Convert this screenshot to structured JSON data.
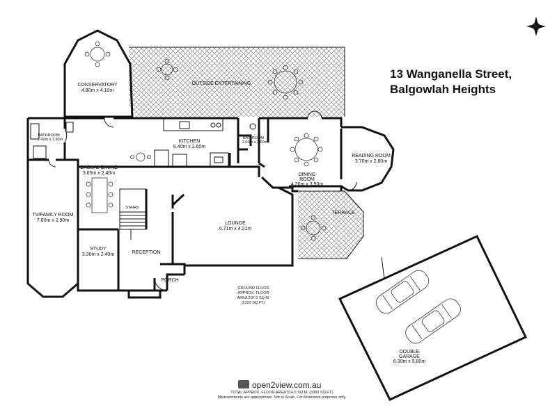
{
  "title": {
    "line1": "13 Wanganella Street,",
    "line2": "Balgowlah Heights"
  },
  "rooms": {
    "conservatory": {
      "name": "CONSERVATORY",
      "dims": "4.80m x 4.10m"
    },
    "outside_entertaining": {
      "name": "OUTSIDE ENTERTAINING"
    },
    "bathroom": {
      "name": "BATHROOM",
      "dims": "2.42m x 1.90m"
    },
    "kitchen": {
      "name": "KITCHEN",
      "dims": "6.40m x 2.60m"
    },
    "bar_room": {
      "name": "BAR ROOM",
      "dims": "2.60m x 1.50m"
    },
    "dining_room": {
      "name1": "DINING",
      "name2": "ROOM",
      "dims": "4.20m x 3.90m"
    },
    "reading_room": {
      "name": "READING ROOM",
      "dims": "3.70m x 2.80m"
    },
    "casual_dining": {
      "name": "CASUAL DINING",
      "dims": "3.65m x 2.40m"
    },
    "stairs": {
      "name": "STAIRS"
    },
    "terrace": {
      "name": "TERRACE"
    },
    "tv_family": {
      "name": "TV/FAMILY ROOM",
      "dims": "7.80m x 2.90m"
    },
    "lounge": {
      "name": "LOUNGE",
      "dims": "6.71m x 4.21m"
    },
    "study": {
      "name": "STUDY",
      "dims": "3.30m x 2.40m"
    },
    "reception": {
      "name": "RECEPTION"
    },
    "porch": {
      "name": "PORCH"
    },
    "garage": {
      "name1": "DOUBLE",
      "name2": "GARAGE",
      "dims": "6.30m x 5.80m"
    }
  },
  "ground_floor_note": {
    "line1": "GROUND FLOOR",
    "line2": "APPROX. FLOOR",
    "line3": "AREA 207.0 SQ.M.",
    "line4": "(2229 SQ.FT.)"
  },
  "brand": "open2view.com.au",
  "footer": {
    "line1": "TOTAL APPROX. FLOOR AREA 314.0 SQ.M. (3380 SQ.FT.)",
    "line2": "Measurements are approximate. Not to Scale. For illustrative purposes only."
  },
  "icons": [
    "compass-icon",
    "open2view-logo-icon"
  ]
}
